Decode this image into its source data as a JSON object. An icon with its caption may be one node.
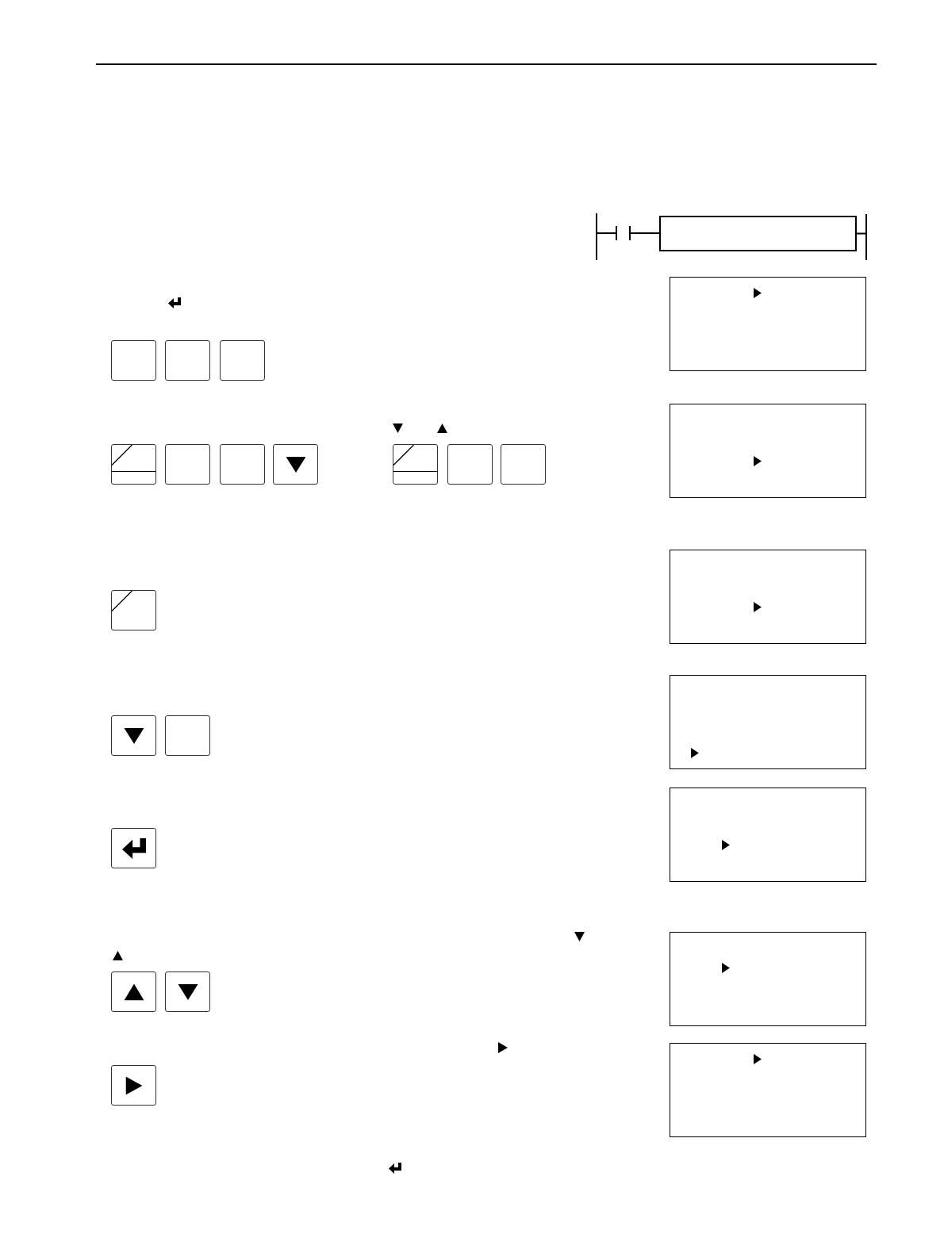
{
  "diagram": {
    "nodes": [
      {
        "text": [],
        "shape": "bar"
      },
      {
        "text": [],
        "shape": "contact"
      },
      {
        "text": [],
        "shape": "box"
      },
      {
        "text": [],
        "shape": "bar"
      },
      {
        "text": [],
        "shape": "box"
      },
      {
        "text": [],
        "shape": "key"
      },
      {
        "text": [],
        "shape": "key"
      },
      {
        "text": [],
        "shape": "key"
      },
      {
        "text": [],
        "shape": "box"
      },
      {
        "text": [],
        "shape": "key"
      },
      {
        "text": [],
        "shape": "key"
      },
      {
        "text": [],
        "shape": "key"
      },
      {
        "text": [],
        "shape": "key"
      },
      {
        "text": [],
        "shape": "key"
      },
      {
        "text": [],
        "shape": "key"
      },
      {
        "text": [],
        "shape": "key"
      },
      {
        "text": [],
        "shape": "box"
      },
      {
        "text": [],
        "shape": "key"
      },
      {
        "text": [],
        "shape": "box"
      },
      {
        "text": [],
        "shape": "key"
      },
      {
        "text": [],
        "shape": "key"
      },
      {
        "text": [],
        "shape": "box"
      },
      {
        "text": [],
        "shape": "key"
      },
      {
        "text": [],
        "shape": "box"
      },
      {
        "text": [],
        "shape": "key"
      },
      {
        "text": [],
        "shape": "key"
      },
      {
        "text": [],
        "shape": "box"
      },
      {
        "text": [],
        "shape": "key"
      }
    ],
    "edges": [
      {
        "from": 0,
        "to": 1,
        "arrow": "none"
      },
      {
        "from": 1,
        "to": 2,
        "arrow": "none"
      },
      {
        "from": 2,
        "to": 3,
        "arrow": "none"
      }
    ]
  }
}
